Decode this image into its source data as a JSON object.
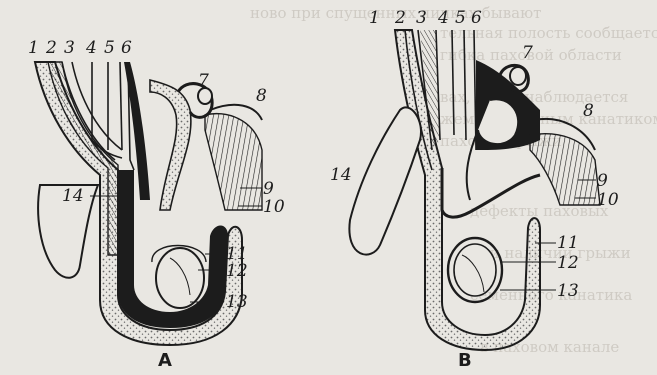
{
  "background_text": [
    "ново при спущенных яичках бывают",
    "тельная полость сообщается",
    "гибка паховой области",
    "вах, когда наблюдается",
    "жем с семенным канатиком",
    "паховой грыжи",
    "дефекты паховых",
    "при наличии грыжи",
    "семенного канатика",
    "в паховом канале"
  ],
  "figure": {
    "colors": {
      "background": "#e9e7e2",
      "ink": "#1c1c1c",
      "stipple": "#6a6a6a",
      "faint_text": "#cfcbc4"
    },
    "panels": [
      {
        "id": "A",
        "label": "А",
        "numbers": [
          "1",
          "2",
          "3",
          "4",
          "5",
          "6",
          "7",
          "8",
          "9",
          "10",
          "11",
          "12",
          "13",
          "14"
        ]
      },
      {
        "id": "B",
        "label": "В",
        "numbers": [
          "1",
          "2",
          "3",
          "4",
          "5",
          "6",
          "7",
          "8",
          "9",
          "10",
          "11",
          "12",
          "13",
          "14"
        ]
      }
    ]
  }
}
